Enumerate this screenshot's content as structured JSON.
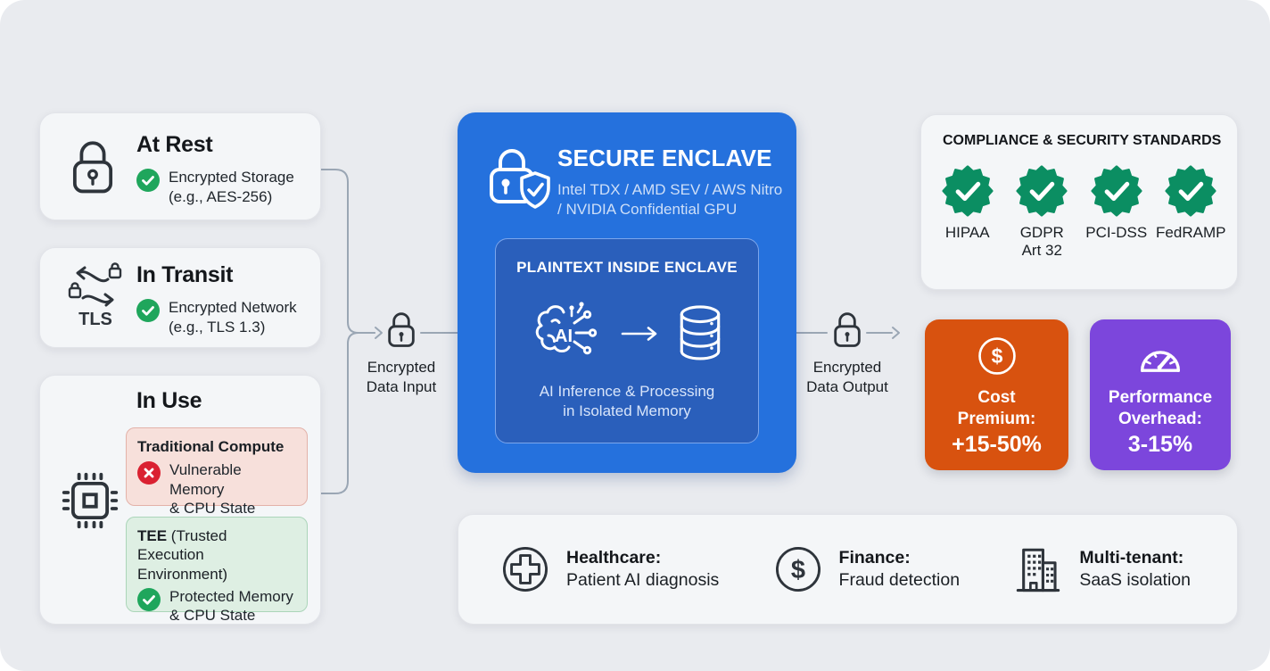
{
  "left_panel": {
    "at_rest": {
      "title": "At Rest",
      "status": "Encrypted Storage\n(e.g., AES-256)"
    },
    "in_transit": {
      "title": "In Transit",
      "icon_label": "TLS",
      "status": "Encrypted Network\n(e.g., TLS 1.3)"
    },
    "in_use": {
      "title": "In Use",
      "traditional": {
        "title": "Traditional Compute",
        "status": "Vulnerable Memory\n& CPU State"
      },
      "tee": {
        "title_bold": "TEE",
        "title_rest": " (Trusted Execution Environment)",
        "status": "Protected Memory\n& CPU State"
      }
    }
  },
  "flow": {
    "input_label": "Encrypted\nData Input",
    "output_label": "Encrypted\nData Output"
  },
  "enclave": {
    "title": "SECURE ENCLAVE",
    "subtitle": "Intel TDX / AMD SEV / AWS Nitro\n/ NVIDIA Confidential GPU",
    "inner": {
      "title": "PLAINTEXT INSIDE ENCLAVE",
      "ai_label": "AI",
      "caption": "AI Inference & Processing\nin Isolated Memory"
    }
  },
  "compliance": {
    "title": "COMPLIANCE & SECURITY STANDARDS",
    "standards": [
      {
        "label": "HIPAA"
      },
      {
        "label": "GDPR\nArt 32"
      },
      {
        "label": "PCI-DSS"
      },
      {
        "label": "FedRAMP"
      }
    ]
  },
  "metrics": {
    "cost": {
      "label": "Cost\nPremium:",
      "value": "+15-50%"
    },
    "performance": {
      "label": "Performance\nOverhead:",
      "value": "3-15%"
    }
  },
  "use_cases": [
    {
      "title": "Healthcare:",
      "desc": "Patient AI diagnosis"
    },
    {
      "title": "Finance:",
      "desc": "Fraud detection"
    },
    {
      "title": "Multi-tenant:",
      "desc": "SaaS isolation"
    }
  ],
  "glyphs": {
    "dollar": "$"
  },
  "colors": {
    "accent_blue": "#2571DD",
    "inner_blue": "#2A5FBB",
    "green_check": "#1FA65C",
    "badge_green": "#0B8E62",
    "red_x": "#DA2131",
    "orange": "#D8520F",
    "purple": "#7C46DC",
    "connector": "#9AA6B4"
  }
}
